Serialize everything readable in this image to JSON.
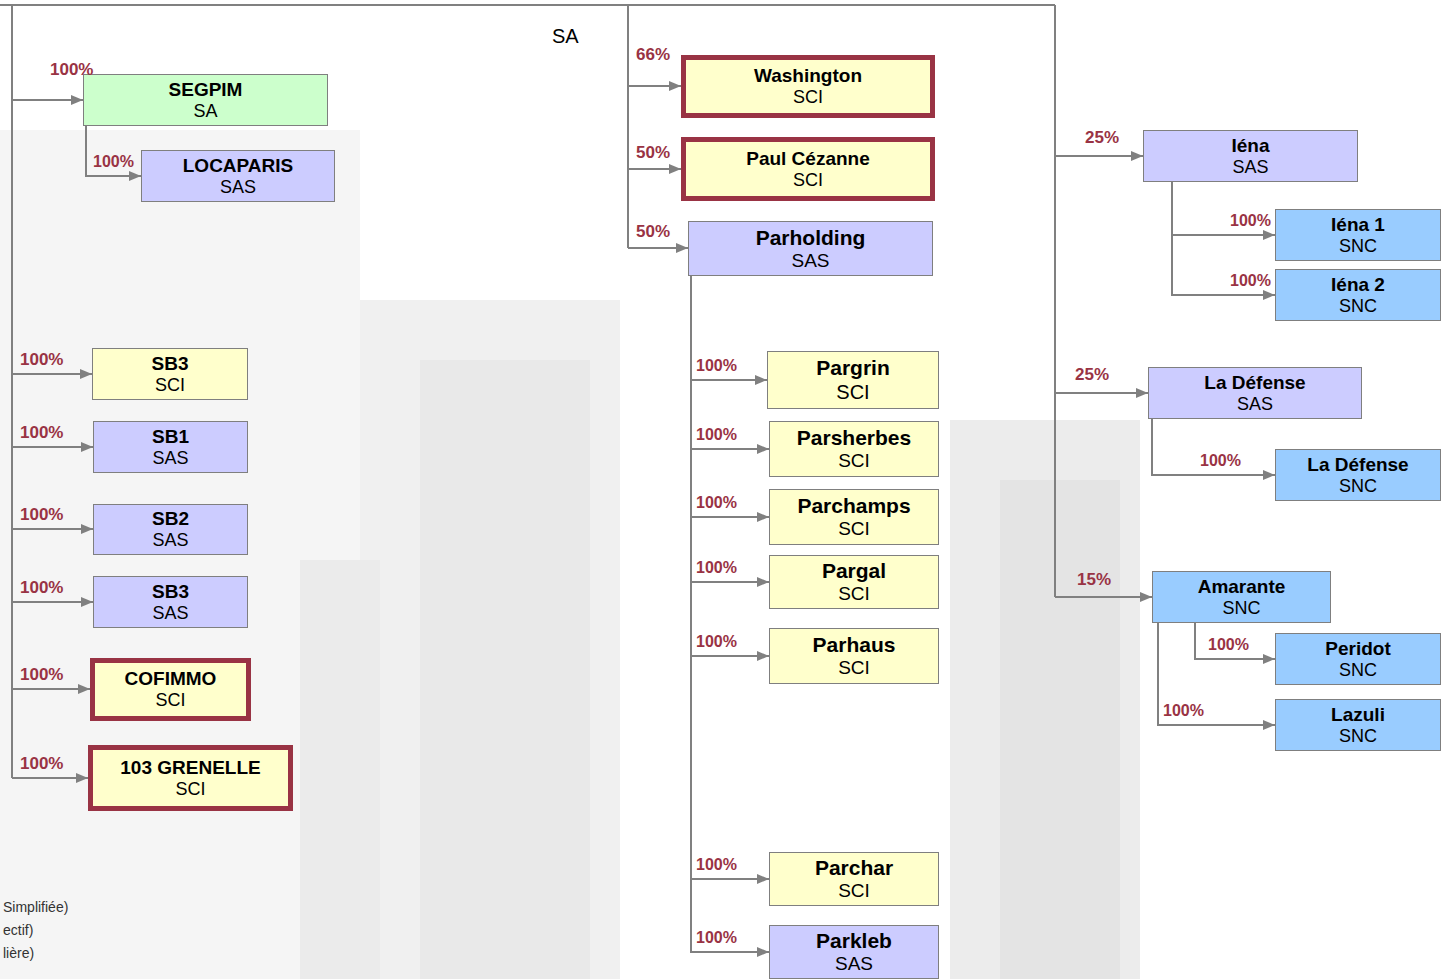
{
  "diagram": {
    "nodes": [
      {
        "text": [
          "SEGPIM",
          "SA"
        ]
      },
      {
        "text": [
          "LOCAPARIS",
          "SAS"
        ]
      },
      {
        "text": [
          "SB3",
          "SCI"
        ]
      },
      {
        "text": [
          "SB1",
          "SAS"
        ]
      },
      {
        "text": [
          "SB2",
          "SAS"
        ]
      },
      {
        "text": [
          "SB3",
          "SAS"
        ]
      },
      {
        "text": [
          "COFIMMO",
          "SCI"
        ]
      },
      {
        "text": [
          "103 GRENELLE",
          "SCI"
        ]
      },
      {
        "text": [
          "Washington",
          "SCI"
        ]
      },
      {
        "text": [
          "Paul Cézanne",
          "SCI"
        ]
      },
      {
        "text": [
          "Parholding",
          "SAS"
        ]
      },
      {
        "text": [
          "Pargrin",
          "SCI"
        ]
      },
      {
        "text": [
          "Parsherbes",
          "SCI"
        ]
      },
      {
        "text": [
          "Parchamps",
          "SCI"
        ]
      },
      {
        "text": [
          "Pargal",
          "SCI"
        ]
      },
      {
        "text": [
          "Parhaus",
          "SCI"
        ]
      },
      {
        "text": [
          "Parchar",
          "SCI"
        ]
      },
      {
        "text": [
          "Parkleb",
          "SAS"
        ]
      },
      {
        "text": [
          "Iéna",
          "SAS"
        ]
      },
      {
        "text": [
          "Iéna 1",
          "SNC"
        ]
      },
      {
        "text": [
          "Iéna 2",
          "SNC"
        ]
      },
      {
        "text": [
          "La Défense",
          "SAS"
        ]
      },
      {
        "text": [
          "La Défense",
          "SNC"
        ]
      },
      {
        "text": [
          "Amarante",
          "SNC"
        ]
      },
      {
        "text": [
          "Peridot",
          "SNC"
        ]
      },
      {
        "text": [
          "Lazuli",
          "SNC"
        ]
      }
    ],
    "edges": [
      {
        "from": 0,
        "to": 1,
        "arrow": "to",
        "label": "100%"
      },
      {
        "from": 10,
        "to": 11,
        "arrow": "to",
        "label": "100%"
      },
      {
        "from": 10,
        "to": 12,
        "arrow": "to",
        "label": "100%"
      },
      {
        "from": 10,
        "to": 13,
        "arrow": "to",
        "label": "100%"
      },
      {
        "from": 10,
        "to": 14,
        "arrow": "to",
        "label": "100%"
      },
      {
        "from": 10,
        "to": 15,
        "arrow": "to",
        "label": "100%"
      },
      {
        "from": 10,
        "to": 16,
        "arrow": "to",
        "label": "100%"
      },
      {
        "from": 10,
        "to": 17,
        "arrow": "to",
        "label": "100%"
      },
      {
        "from": 18,
        "to": 19,
        "arrow": "to",
        "label": "100%"
      },
      {
        "from": 18,
        "to": 20,
        "arrow": "to",
        "label": "100%"
      },
      {
        "from": 21,
        "to": 22,
        "arrow": "to",
        "label": "100%"
      },
      {
        "from": 23,
        "to": 24,
        "arrow": "to",
        "label": "100%"
      },
      {
        "from": 23,
        "to": 25,
        "arrow": "to",
        "label": "100%"
      }
    ],
    "labels": [
      "SA",
      "100%",
      "100%",
      "100%",
      "100%",
      "100%",
      "100%",
      "100%",
      "66%",
      "50%",
      "50%",
      "25%",
      "25%",
      "15%",
      "Simplifiée)",
      "ectif)",
      "lière)"
    ]
  }
}
